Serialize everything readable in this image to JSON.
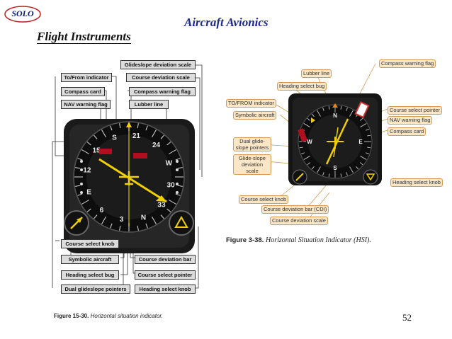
{
  "header": {
    "badge": "SOLO",
    "title": "Aircraft Avionics",
    "subtitle": "Flight Instruments"
  },
  "left_figure": {
    "labels": {
      "glideslope_scale": "Glideslope deviation scale",
      "to_from": "To/From indicator",
      "course_dev_scale": "Course deviation scale",
      "compass_card": "Compass card",
      "compass_warning": "Compass warning flag",
      "nav_warning": "NAV warning flag",
      "lubber_line": "Lubber line",
      "course_select_knob": "Course select knob",
      "symbolic_aircraft": "Symbolic aircraft",
      "course_dev_bar": "Course deviation bar",
      "heading_select_bug": "Heading select bug",
      "course_select_pointer": "Course select pointer",
      "dual_glideslope": "Dual glideslope pointers",
      "heading_select_knob": "Heading select knob"
    },
    "caption_num": "Figure 15-30.",
    "caption_text": "Horizontal situation indicator."
  },
  "right_figure": {
    "labels": {
      "lubber_line": "Lubber line",
      "compass_warning": "Compass warning flag",
      "heading_select_bug": "Heading select bug",
      "to_from": "TO/FROM indicator",
      "course_select_pointer": "Course select pointer",
      "symbolic_aircraft": "Symbolic aircraft",
      "nav_warning": "NAV warning flag",
      "compass_card": "Compass card",
      "dual_glide": "Dual glide-slope pointers",
      "glide_scale": "Glide-slope deviation scale",
      "heading_select_knob": "Heading select knob",
      "course_select_knob": "Course select knob",
      "course_dev_bar": "Course deviation bar (CDI)",
      "course_dev_scale": "Course deviation scale"
    },
    "caption_num": "Figure 3-38.",
    "caption_text": "Horizontal Situation Indicator (HSI)."
  },
  "dial": {
    "card_labels": [
      "N",
      "3",
      "6",
      "E",
      "12",
      "15",
      "S",
      "21",
      "24",
      "W",
      "30",
      "33"
    ]
  },
  "page_number": "52"
}
